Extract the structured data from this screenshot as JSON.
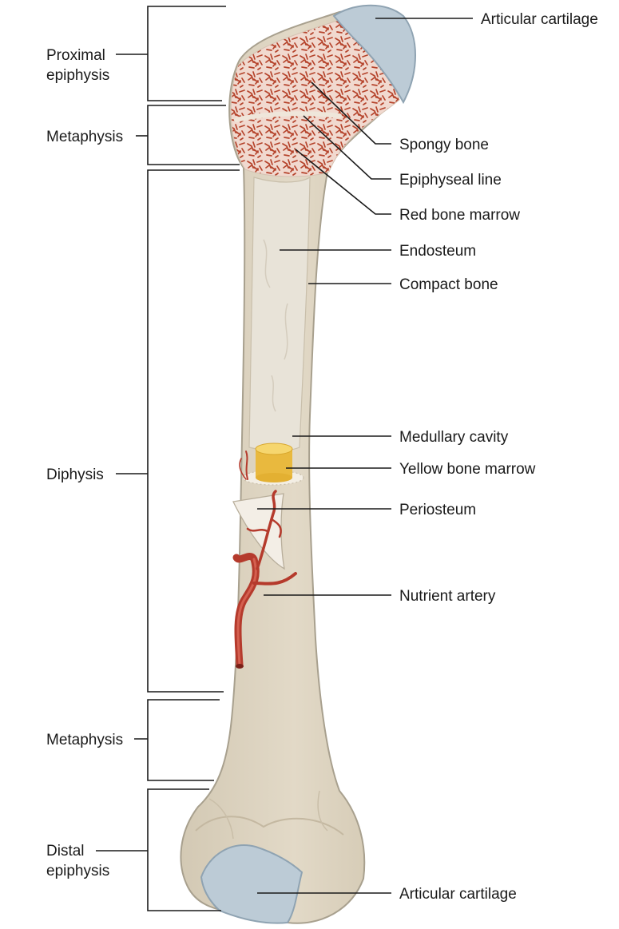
{
  "colors": {
    "bone": "#ddd3c0",
    "bone_shadow": "#cfc4ae",
    "bone_outline": "#a8a08e",
    "cavity": "#e8e3d8",
    "spongy_bg": "#f1d9cf",
    "marrow_red": "#b5432b",
    "cartilage": "#bccbd6",
    "cartilage_edge": "#8fa3b2",
    "yellow_marrow": "#f0c64a",
    "artery": "#b53a2c",
    "leader": "#1a1a1a"
  },
  "regions": {
    "proximal_epiphysis": [
      "Proximal",
      "epiphysis"
    ],
    "metaphysis_top": [
      "Metaphysis"
    ],
    "diaphysis": [
      "Diphysis"
    ],
    "metaphysis_bottom": [
      "Metaphysis"
    ],
    "distal_epiphysis": [
      "Distal",
      "epiphysis"
    ]
  },
  "structures": {
    "articular_cartilage_top": "Articular cartilage",
    "spongy_bone": "Spongy bone",
    "epiphyseal_line": "Epiphyseal line",
    "red_bone_marrow": "Red bone marrow",
    "endosteum": "Endosteum",
    "compact_bone": "Compact bone",
    "medullary_cavity": "Medullary cavity",
    "yellow_bone_marrow": "Yellow bone marrow",
    "periosteum": "Periosteum",
    "nutrient_artery": "Nutrient artery",
    "articular_cartilage_bottom": "Articular cartilage"
  }
}
